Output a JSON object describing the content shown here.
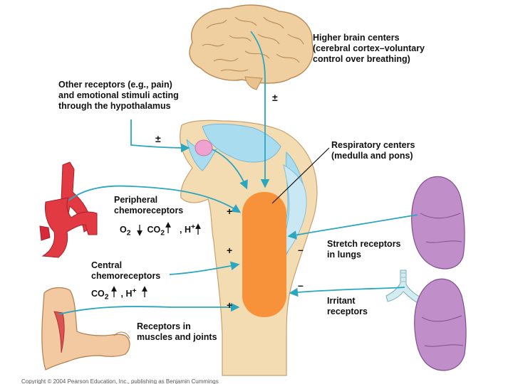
{
  "colors": {
    "pathway": "#2aa6bf",
    "brain": "#efcf9f",
    "brainstem": "#f3dcb2",
    "csf": "#a9dcef",
    "respiratory_center": "#f7923a",
    "hypothalamus": "#efa2cf",
    "lung": "#c08fca",
    "artery": "#e23a43",
    "skin": "#f2c9a0"
  },
  "labels": {
    "higher_brain": [
      "Higher brain centers",
      "(cerebral cortex–voluntary",
      "control over breathing)"
    ],
    "other_receptors": [
      "Other receptors (e.g., pain)",
      "and emotional stimuli acting",
      "through the hypothalamus"
    ],
    "respiratory_centers": [
      "Respiratory centers",
      "(medulla and pons)"
    ],
    "peripheral": [
      "Peripheral",
      "chemoreceptors"
    ],
    "central": [
      "Central",
      "chemoreceptors"
    ],
    "stretch": [
      "Stretch receptors",
      "in lungs"
    ],
    "irritant": [
      "Irritant",
      "receptors"
    ],
    "muscles": [
      "Receptors in",
      "muscles and joints"
    ]
  },
  "chemistry": {
    "peripheral": {
      "o2": "O",
      "o2_sub": "2",
      "co2": "CO",
      "co2_sub": "2",
      "h": ", H",
      "h_sup": "+"
    },
    "central": {
      "co2": "CO",
      "co2_sub": "2",
      "h": ", H",
      "h_sup": "+"
    }
  },
  "signs": {
    "higher": "±",
    "hypothalamus": "±",
    "peripheral": "+",
    "central": "+",
    "muscles": "+",
    "stretch": "–",
    "irritant": "–"
  },
  "copyright": "Copyright © 2004 Pearson Education, Inc., publishing as Benjamin Cummings"
}
